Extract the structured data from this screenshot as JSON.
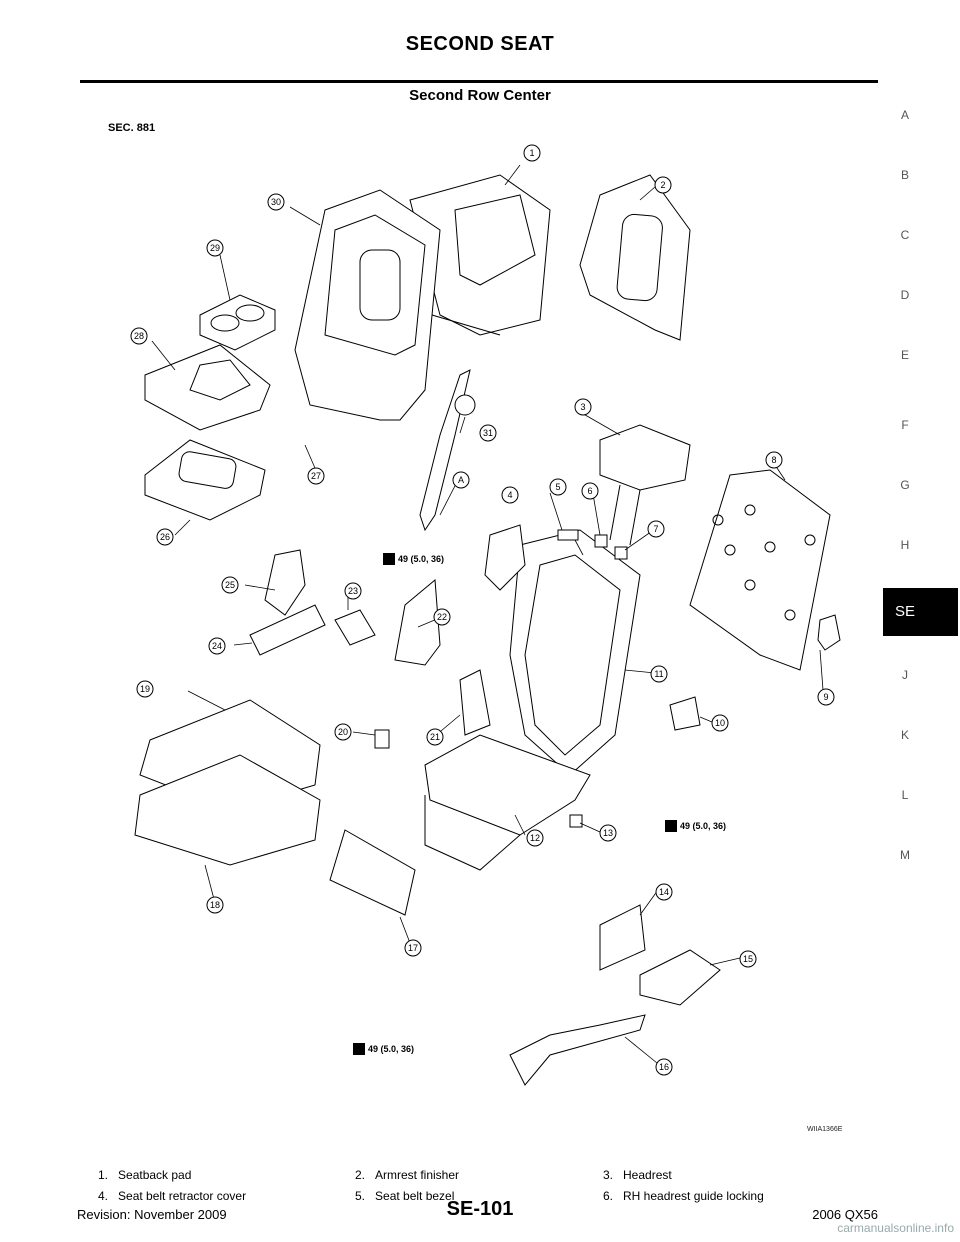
{
  "header": {
    "title": "SECOND SEAT",
    "section": "Second Row Center",
    "sec_code": "SEC. 881"
  },
  "side_index": [
    "A",
    "B",
    "C",
    "D",
    "E",
    "F",
    "G",
    "H",
    "SE",
    "J",
    "K",
    "L",
    "M"
  ],
  "active_tab": "SE",
  "diagram": {
    "callouts": [
      "1",
      "2",
      "3",
      "4",
      "5",
      "6",
      "7",
      "8",
      "9",
      "10",
      "11",
      "12",
      "13",
      "14",
      "15",
      "16",
      "17",
      "18",
      "19",
      "20",
      "21",
      "22",
      "23",
      "24",
      "25",
      "26",
      "27",
      "28",
      "29",
      "30",
      "31",
      "A"
    ],
    "torque_label": "49 (5.0, 36)",
    "figure_code": "WIIA1366E"
  },
  "legend": [
    "1.   Seatback pad",
    "2.   Armrest finisher",
    "3.   Headrest",
    "4.   Seat belt retractor cover",
    "5.   Seat belt bezel",
    "6.   RH headrest guide locking"
  ],
  "footer": {
    "revision": "Revision: November 2009",
    "page": "SE-101",
    "model": "2006 QX56",
    "watermark": "carmanualsonline.info"
  }
}
